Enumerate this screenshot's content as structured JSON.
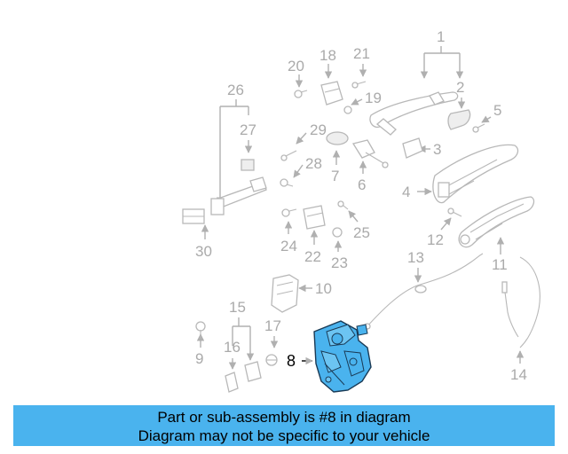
{
  "diagram": {
    "callouts": [
      "1",
      "2",
      "3",
      "4",
      "5",
      "6",
      "7",
      "8",
      "9",
      "10",
      "11",
      "12",
      "13",
      "14",
      "15",
      "16",
      "17",
      "18",
      "19",
      "20",
      "21",
      "22",
      "23",
      "24",
      "25",
      "26",
      "27",
      "28",
      "29",
      "30"
    ],
    "highlighted_part": "8",
    "colors": {
      "highlight": "#4ab3ee",
      "parts": "#b8b8b8",
      "callout_text": "#aaaaaa",
      "banner": "#4ab3ee"
    }
  },
  "banner": {
    "line1": "Part or sub-assembly is #8 in diagram",
    "line2": "Diagram may not be specific to your vehicle"
  }
}
